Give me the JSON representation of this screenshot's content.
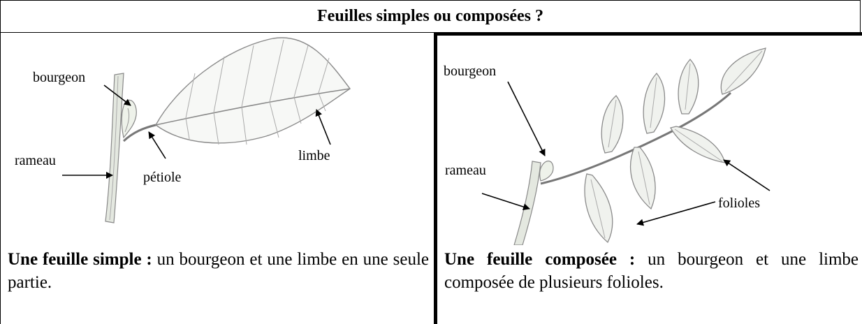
{
  "title": "Feuilles simples ou composées ?",
  "simple": {
    "labels": {
      "bourgeon": "bourgeon",
      "rameau": "rameau",
      "petiole": "pétiole",
      "limbe": "limbe"
    },
    "caption_bold": "Une feuille simple :",
    "caption_text": " un bourgeon et une limbe en une seule partie."
  },
  "compound": {
    "labels": {
      "bourgeon": "bourgeon",
      "rameau": "rameau",
      "folioles": "folioles"
    },
    "caption_bold": "Une feuille composée :",
    "caption_text": " un bourgeon et une limbe composée de plusieurs folioles."
  }
}
